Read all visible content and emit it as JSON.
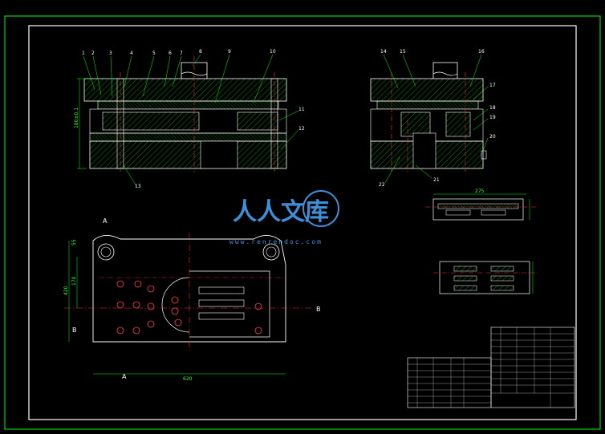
{
  "part_numbers_left": [
    "1",
    "2",
    "3",
    "4",
    "5",
    "6",
    "7",
    "8",
    "9",
    "10",
    "11",
    "12",
    "13"
  ],
  "part_numbers_right": [
    "14",
    "15",
    "16",
    "17",
    "18",
    "19",
    "20",
    "21",
    "22"
  ],
  "section_markers": {
    "a1": "A",
    "a2": "A",
    "b1": "B",
    "b2": "B"
  },
  "dim_labels": {
    "left_height": "180±0.1",
    "top_width": "275",
    "plan_width": "620",
    "plan_h1": "420",
    "plan_h2": "170",
    "plan_h3": "55"
  },
  "watermark": {
    "text": "人人文库",
    "url": "www.renrendoc.com"
  },
  "colors": {
    "bg": "#000000",
    "frame": "#00ff00",
    "outline": "#ffffff",
    "hatch": "#00cc00",
    "center": "#ff3333",
    "accent": "#ffff00",
    "cyan": "#00ffff"
  }
}
